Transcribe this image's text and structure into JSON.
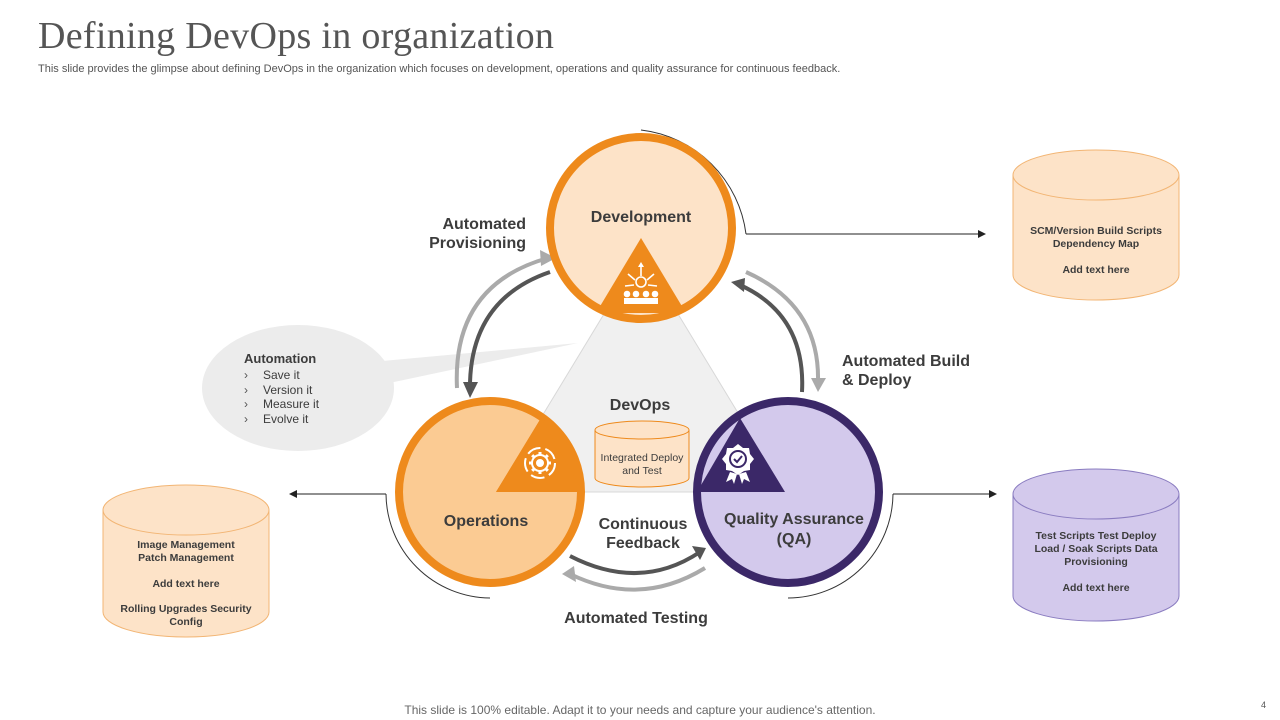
{
  "slide": {
    "title": "Defining DevOps in organization",
    "subtitle": "This slide provides the glimpse about defining DevOps in the organization which focuses on development, operations and quality assurance for continuous feedback.",
    "footer": "This slide is 100% editable. Adapt it to your needs and capture your audience's attention.",
    "page_number": "4"
  },
  "colors": {
    "orange": "#EE8A1C",
    "light_orange": "#FDE3C8",
    "operations_fill": "#FBCB93",
    "purple": "#3B2868",
    "light_purple": "#D3C9EC",
    "gray_triangle": "#F0F0F0"
  },
  "circles": {
    "development": {
      "label": "Development",
      "icon": "team-network-icon"
    },
    "operations": {
      "label": "Operations",
      "icon": "gear-cycle-icon"
    },
    "qa": {
      "label": "Quality Assurance (QA)",
      "icon": "quality-badge-icon"
    }
  },
  "center": {
    "label": "DevOps",
    "cylinder_text": "Integrated Deploy and Test"
  },
  "arrows": {
    "provisioning": "Automated Provisioning",
    "build_deploy": "Automated Build & Deploy",
    "continuous_feedback": "Continuous Feedback",
    "testing": "Automated Testing"
  },
  "automation_bubble": {
    "heading": "Automation",
    "items": [
      "Save it",
      "Version it",
      "Measure it",
      "Evolve it"
    ]
  },
  "cylinders": {
    "development": {
      "line1": "SCM/Version Build Scripts",
      "line2": "Dependency Map",
      "line3": "Add text here"
    },
    "operations": {
      "line1": "Image Management",
      "line2": "Patch Management",
      "line3": "Add text here",
      "line4": "Rolling Upgrades Security",
      "line5": "Config"
    },
    "qa": {
      "line1": "Test Scripts Test Deploy",
      "line2": "Load / Soak Scripts Data",
      "line3": "Provisioning",
      "line4": "Add text here"
    }
  }
}
